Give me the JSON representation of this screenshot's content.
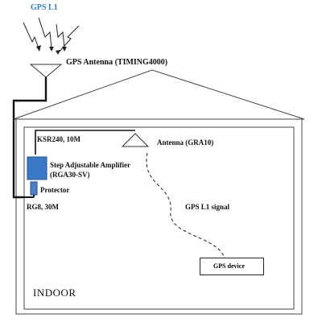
{
  "labels": {
    "gps_l1": "GPS   L1",
    "gps_antenna": "GPS Antenna (TIMING4000)",
    "ksr240": "KSR240, 10M",
    "antenna_gra10": "Antenna (GRA10)",
    "amplifier_line1": "Step    Adjustable    Amplifier",
    "amplifier_line2": "(RGA30-SV)",
    "protector": "Protector",
    "rg8": "RG8, 30M",
    "gps_l1_signal": "GPS L1 signal",
    "gps_device": "GPS device",
    "indoor": "INDOOR"
  },
  "colors": {
    "title_blue": "#2e7fc1",
    "amplifier_fill": "#3b78c8",
    "protector_fill": "#4d7fc4",
    "cable": "#111111",
    "outline": "#444444"
  }
}
